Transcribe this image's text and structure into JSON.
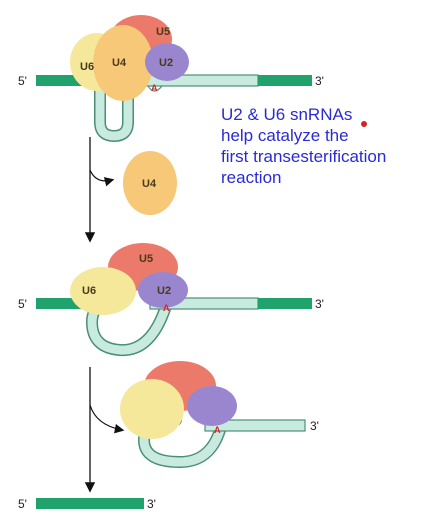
{
  "labels": {
    "five_prime": "5'",
    "three_prime": "3'",
    "u2": "U2",
    "u4": "U4",
    "u5": "U5",
    "u6": "U6",
    "branch_point": "A"
  },
  "note": {
    "lines": [
      "U2 & U6 snRNAs",
      "help catalyze the",
      "first transesterification",
      "reaction"
    ]
  },
  "colors": {
    "exon": "#1fa26b",
    "intron": "#c9eadf",
    "intron_outline": "#4a8f76",
    "u2": "#9a86cf",
    "u4": "#f7c877",
    "u5": "#ec7a6a",
    "u6": "#f6e89a",
    "note_text": "#2a2ad6",
    "branch_point": "#d2232a"
  }
}
